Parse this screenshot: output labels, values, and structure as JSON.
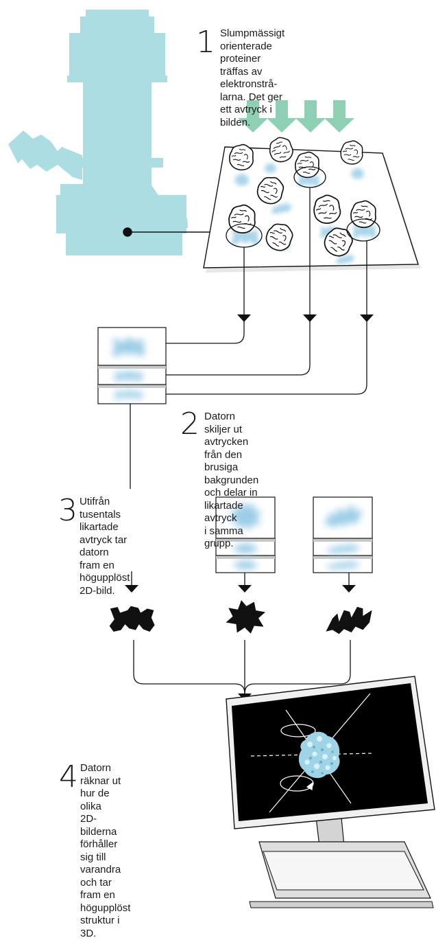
{
  "colors": {
    "microscope": "#abdde3",
    "beam_arrow": "#8fcfb4",
    "imprint": "#9ccde6",
    "ink": "#111111"
  },
  "steps": [
    {
      "number": "1",
      "text": "Slumpmässigt orienterade\nproteiner träffas av elektronstrå-\nlarna. Det ger ett avtryck i bilden."
    },
    {
      "number": "2",
      "text": "Datorn skiljer ut avtrycken\nfrån den brusiga bakgrunden\noch delar in likartade avtryck\ni samma grupp."
    },
    {
      "number": "3",
      "text": "Utifrån tusentals\nlikartade avtryck tar\ndatorn fram en\nhögupplöst 2D-bild."
    },
    {
      "number": "4",
      "text": "Datorn räknar ut\nhur de olika\n2D-bilderna\nförhåller sig till\nvarandra och tar\nfram en högupplöst\nstruktur i 3D."
    }
  ],
  "icons": {
    "microscope": "electron-microscope-icon",
    "beam": "electron-beam-arrow-icon",
    "protein": "protein-particle-icon",
    "imprint": "protein-imprint-icon",
    "image_stack": "image-stack-icon",
    "class_average": "2d-class-average-icon",
    "computer": "computer-monitor-icon",
    "model": "3d-protein-model-icon",
    "rotation": "rotation-arrow-icon"
  }
}
